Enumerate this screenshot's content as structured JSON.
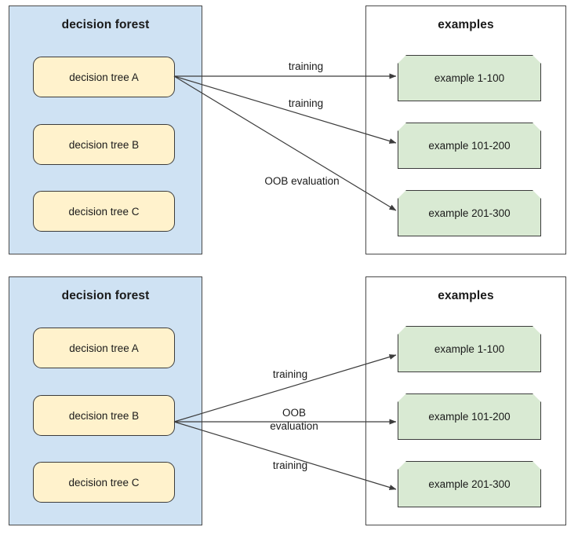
{
  "diagrams": [
    {
      "id": "top",
      "forest": {
        "title": "decision forest",
        "trees": [
          {
            "label": "decision tree A"
          },
          {
            "label": "decision tree B"
          },
          {
            "label": "decision tree C"
          }
        ]
      },
      "examples": {
        "title": "examples",
        "cards": [
          {
            "label": "example 1-100"
          },
          {
            "label": "example 101-200"
          },
          {
            "label": "example 201-300"
          }
        ]
      },
      "edges": [
        {
          "label": "training",
          "from": "decision tree A",
          "to": "example 1-100"
        },
        {
          "label": "training",
          "from": "decision tree A",
          "to": "example 101-200"
        },
        {
          "label": "OOB evaluation",
          "from": "decision tree A",
          "to": "example 201-300"
        }
      ]
    },
    {
      "id": "bottom",
      "forest": {
        "title": "decision forest",
        "trees": [
          {
            "label": "decision tree A"
          },
          {
            "label": "decision tree B"
          },
          {
            "label": "decision tree C"
          }
        ]
      },
      "examples": {
        "title": "examples",
        "cards": [
          {
            "label": "example 1-100"
          },
          {
            "label": "example 101-200"
          },
          {
            "label": "example 201-300"
          }
        ]
      },
      "edges": [
        {
          "label": "training",
          "from": "decision tree B",
          "to": "example 1-100"
        },
        {
          "label": "OOB\nevaluation",
          "label_line1": "OOB",
          "label_line2": "evaluation",
          "from": "decision tree B",
          "to": "example 101-200"
        },
        {
          "label": "training",
          "from": "decision tree B",
          "to": "example 201-300"
        }
      ]
    }
  ],
  "colors": {
    "forest_panel_fill": "#cfe2f3",
    "tree_box_fill": "#fff2cc",
    "example_card_fill": "#d9ead3",
    "panel_border": "#4a4a4a",
    "shape_border": "#3c3c3c",
    "edge_stroke": "#3c3c3c",
    "text": "#1a1a1a",
    "background": "#ffffff"
  }
}
